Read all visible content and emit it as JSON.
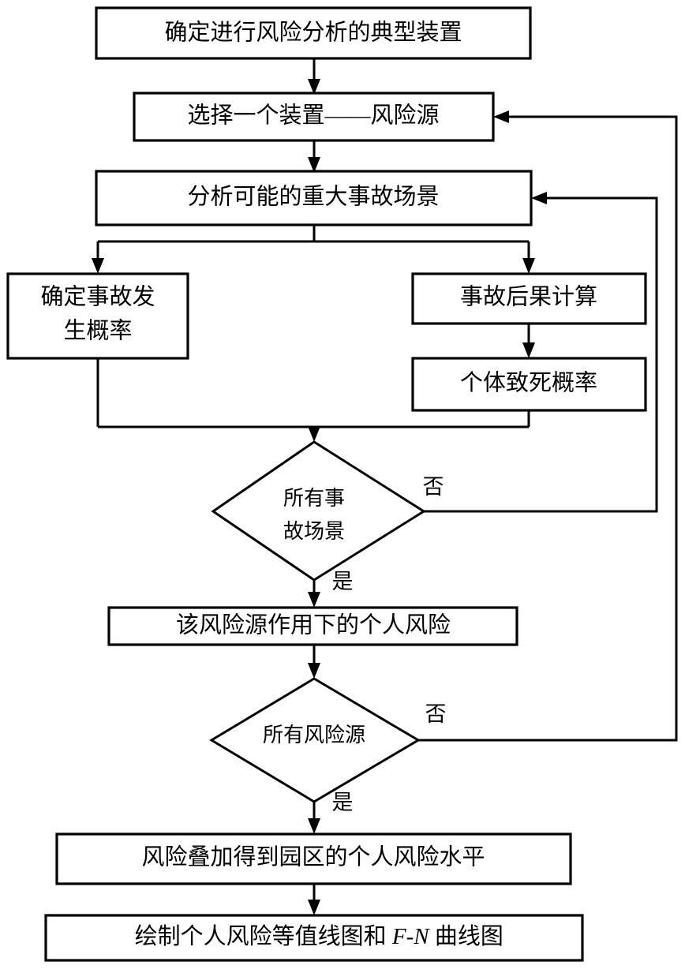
{
  "diagram": {
    "title_text": "",
    "type": "flowchart",
    "orientation": "top-to-bottom",
    "colors": {
      "background": "#ffffff",
      "stroke": "#000000",
      "fill": "#ffffff",
      "text": "#000000"
    },
    "nodes": [
      {
        "id": "n1",
        "shape": "rect",
        "label": "确定进行风险分析的典型装置",
        "lines": [
          "确定进行风险分析的典型装置"
        ]
      },
      {
        "id": "n2",
        "shape": "rect",
        "label": "选择一个装置——风险源",
        "lines": [
          "选择一个装置——风险源"
        ]
      },
      {
        "id": "n3",
        "shape": "rect",
        "label": "分析可能的重大事故场景",
        "lines": [
          "分析可能的重大事故场景"
        ]
      },
      {
        "id": "n4",
        "shape": "rect",
        "label": "确定事故发生概率",
        "lines": [
          "确定事故发",
          "生概率"
        ]
      },
      {
        "id": "n5",
        "shape": "rect",
        "label": "事故后果计算",
        "lines": [
          "事故后果计算"
        ]
      },
      {
        "id": "n6",
        "shape": "rect",
        "label": "个体致死概率",
        "lines": [
          "个体致死概率"
        ]
      },
      {
        "id": "d1",
        "shape": "diamond",
        "label": "所有事故场景",
        "lines": [
          "所有事",
          "故场景"
        ]
      },
      {
        "id": "n7",
        "shape": "rect",
        "label": "该风险源作用下的个人风险",
        "lines": [
          "该风险源作用下的个人风险"
        ]
      },
      {
        "id": "d2",
        "shape": "diamond",
        "label": "所有风险源",
        "lines": [
          "所有风险源"
        ]
      },
      {
        "id": "n8",
        "shape": "rect",
        "label": "风险叠加得到园区的个人风险水平",
        "lines": [
          "风险叠加得到园区的个人风险水平"
        ]
      },
      {
        "id": "n9",
        "shape": "rect",
        "label": "绘制个人风险等值线图和 F-N 曲线图",
        "lines_rich": [
          {
            "text": "绘制个人风险等值线图和 ",
            "italic": false
          },
          {
            "text": "F-N",
            "italic": true
          },
          {
            "text": " 曲线图",
            "italic": false
          }
        ]
      }
    ],
    "edge_labels": {
      "scenario_no": "否",
      "scenario_yes": "是",
      "source_no": "否",
      "source_yes": "是"
    },
    "edges": [
      {
        "from": "n1",
        "to": "n2",
        "label": ""
      },
      {
        "from": "n2",
        "to": "n3",
        "label": ""
      },
      {
        "from": "n3",
        "to": "n4",
        "label": ""
      },
      {
        "from": "n3",
        "to": "n5",
        "label": ""
      },
      {
        "from": "n5",
        "to": "n6",
        "label": ""
      },
      {
        "from": "n4",
        "to": "d1",
        "label": ""
      },
      {
        "from": "n6",
        "to": "d1",
        "label": ""
      },
      {
        "from": "d1",
        "to": "n3",
        "label": "否"
      },
      {
        "from": "d1",
        "to": "n7",
        "label": "是"
      },
      {
        "from": "n7",
        "to": "d2",
        "label": ""
      },
      {
        "from": "d2",
        "to": "n2",
        "label": "否"
      },
      {
        "from": "d2",
        "to": "n8",
        "label": "是"
      },
      {
        "from": "n8",
        "to": "n9",
        "label": ""
      }
    ]
  }
}
